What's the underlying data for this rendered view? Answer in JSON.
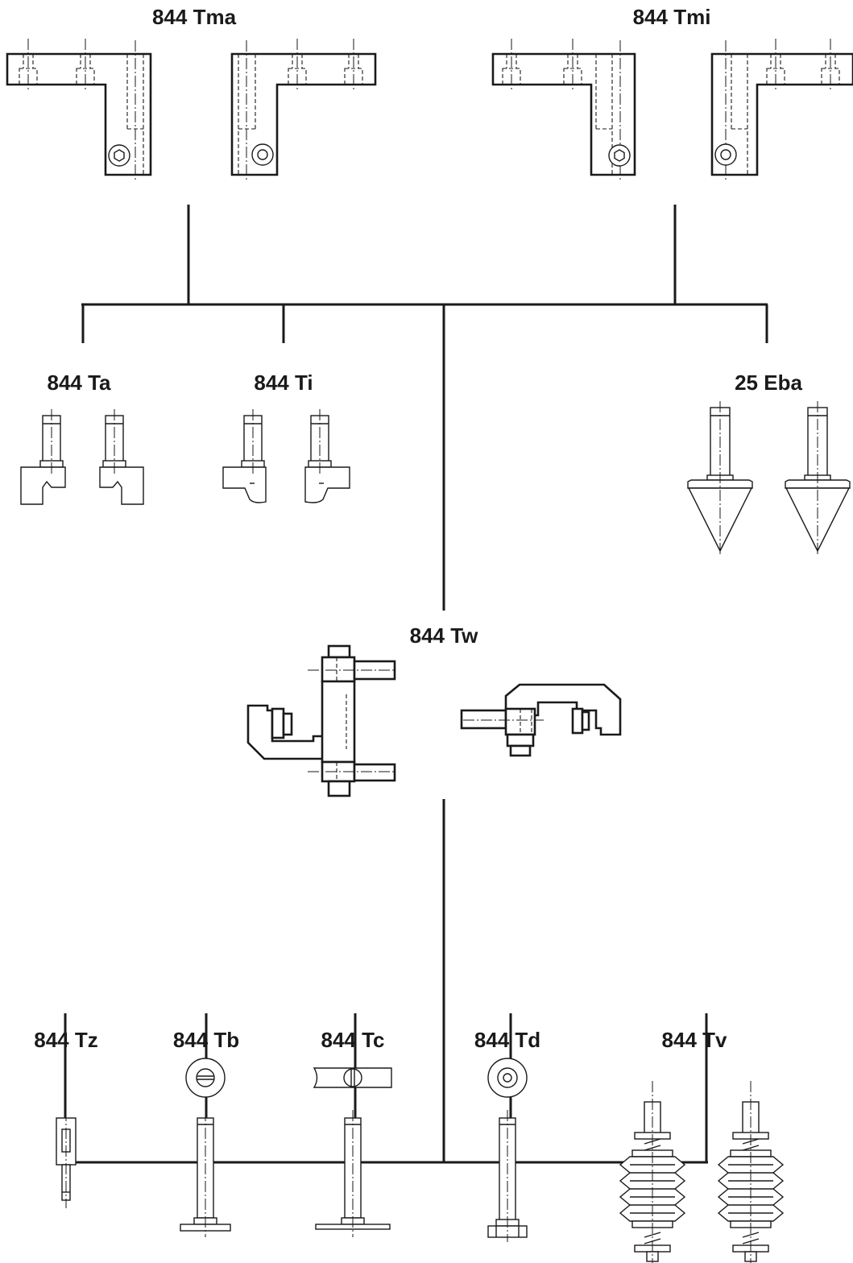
{
  "labels": {
    "tma": "844 Tma",
    "tmi": "844 Tmi",
    "ta": "844 Ta",
    "ti": "844 Ti",
    "eba": "25 Eba",
    "tw": "844 Tw",
    "tz": "844 Tz",
    "tb": "844 Tb",
    "tc": "844 Tc",
    "td": "844 Td",
    "tv": "844 Tv"
  },
  "colors": {
    "line": "#1a1a1a",
    "background": "#ffffff"
  }
}
